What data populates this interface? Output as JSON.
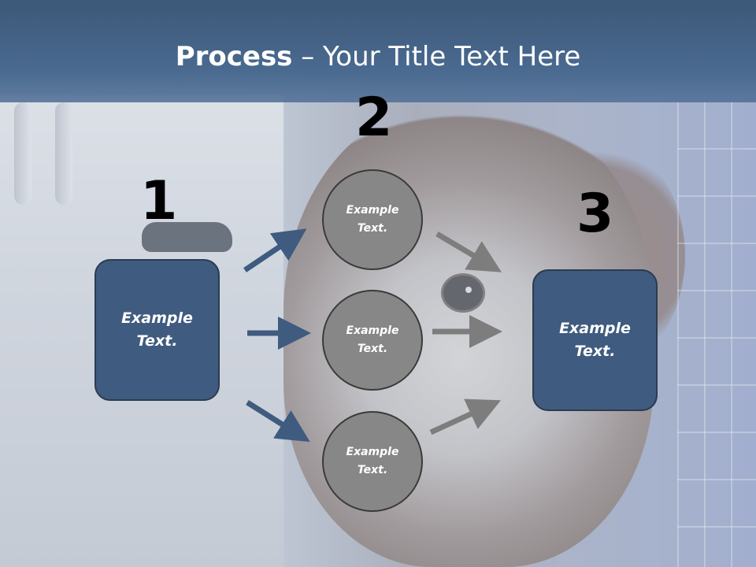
{
  "title": {
    "bold": "Process",
    "rest": " – Your Title Text Here"
  },
  "steps": {
    "one": {
      "number": "1",
      "text": "Example Text."
    },
    "two": {
      "number": "2",
      "items": [
        "Example Text.",
        "Example Text.",
        "Example Text."
      ]
    },
    "three": {
      "number": "3",
      "text": "Example Text."
    }
  },
  "colors": {
    "header": "#3d5878",
    "box_fill": "#3f5b7f",
    "circle_fill": "#878787",
    "arrow_blue": "#3f5b7f",
    "arrow_gray": "#7d7d7d"
  }
}
